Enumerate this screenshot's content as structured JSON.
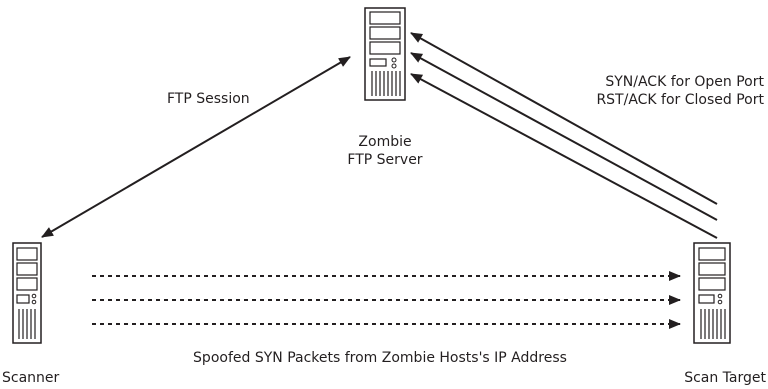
{
  "nodes": {
    "zombie": {
      "line1": "Zombie",
      "line2": "FTP Server"
    },
    "scanner": {
      "label": "Scanner"
    },
    "target": {
      "label": "Scan Target"
    }
  },
  "labels": {
    "ftp_session": "FTP Session",
    "synack": "SYN/ACK for Open Port",
    "rstack": "RST/ACK for Closed Port",
    "spoofed": "Spoofed SYN Packets from Zombie Hosts's IP Address"
  },
  "colors": {
    "stroke": "#231f20",
    "panel_fill": "#ffffff"
  },
  "icons": [
    "server-tower-icon"
  ]
}
